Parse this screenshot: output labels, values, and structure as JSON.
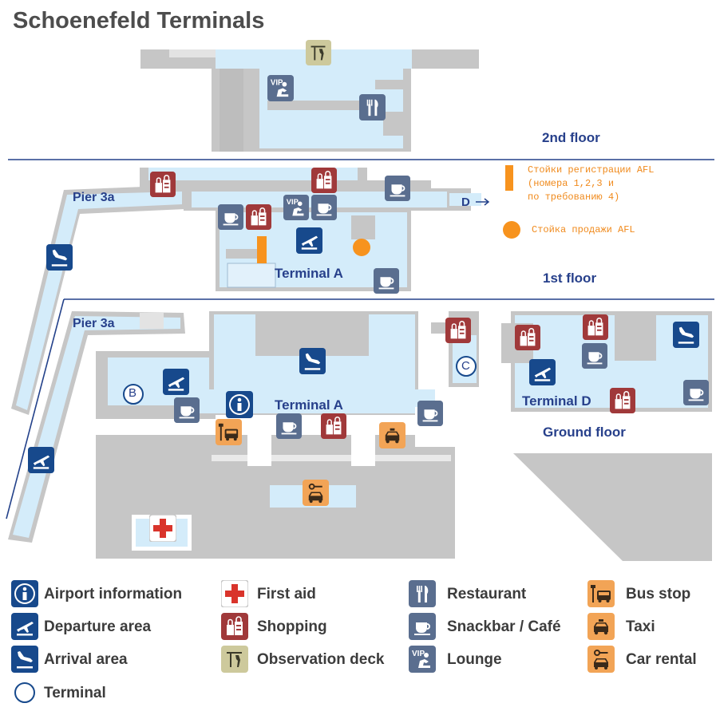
{
  "title": "Schoenefeld Terminals",
  "floors": {
    "second": "2nd floor",
    "first": "1st floor",
    "ground": "Ground floor"
  },
  "areas": {
    "pier_upper": "Pier 3a",
    "pier_lower": "Pier 3a",
    "terminal_a_first": "Terminal A",
    "terminal_a_ground": "Terminal A",
    "terminal_d": "Terminal D",
    "gate_d": "D",
    "gate_b": "B",
    "gate_c": "C"
  },
  "afl_notes": {
    "checkin_line1": "Стойки регистрации AFL",
    "checkin_line2": "(номера 1,2,3 и",
    "checkin_line3": "по требованию 4)",
    "sales": "Стойка продажи AFL"
  },
  "colors": {
    "floor_fill": "#d4ecfa",
    "wall": "#c6c6c6",
    "navy_icon": "#17498c",
    "slate_icon": "#5a6e8f",
    "shop_icon": "#a0393a",
    "orange_icon": "#f2a456",
    "obs_icon": "#cdc99c",
    "afl_orange": "#f7931e",
    "floor_line": "#23418a"
  },
  "legend": [
    {
      "icon": "info-icon",
      "label": "Airport information"
    },
    {
      "icon": "departure-icon",
      "label": "Departure area"
    },
    {
      "icon": "arrival-icon",
      "label": "Arrival area"
    },
    {
      "icon": "terminal-icon",
      "label": "Terminal"
    },
    {
      "icon": "first-aid-icon",
      "label": "First aid"
    },
    {
      "icon": "shopping-icon",
      "label": "Shopping"
    },
    {
      "icon": "observation-deck-icon",
      "label": "Observation deck"
    },
    {
      "icon": "restaurant-icon",
      "label": "Restaurant"
    },
    {
      "icon": "snackbar-icon",
      "label": "Snackbar / Café"
    },
    {
      "icon": "lounge-icon",
      "label": "Lounge"
    },
    {
      "icon": "bus-stop-icon",
      "label": "Bus stop"
    },
    {
      "icon": "taxi-icon",
      "label": "Taxi"
    },
    {
      "icon": "car-rental-icon",
      "label": "Car rental"
    }
  ]
}
